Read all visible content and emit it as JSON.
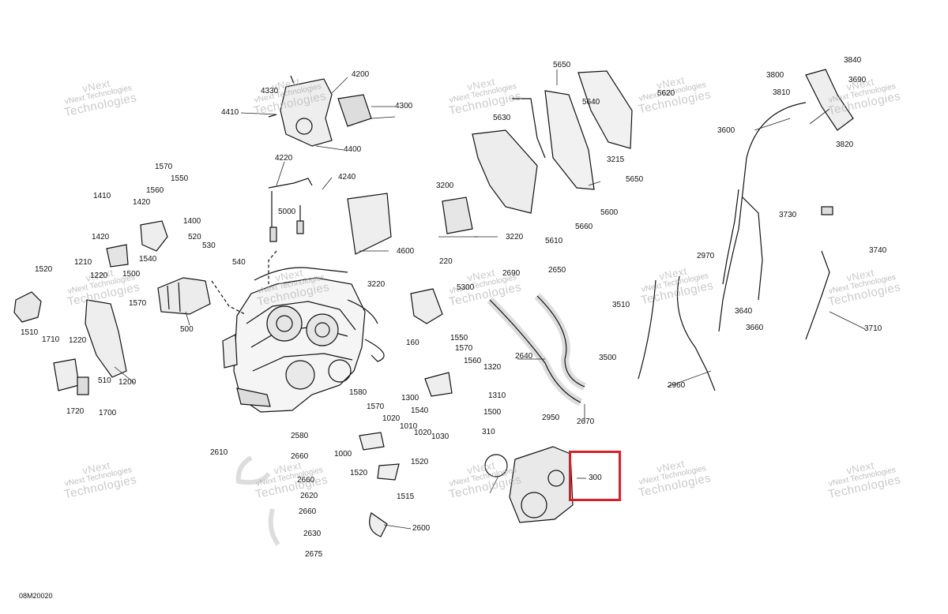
{
  "diagram": {
    "reference_code": "08M20020",
    "highlight_color": "#d6202a",
    "highlighted_part": "300",
    "watermark": {
      "line1": "vNext",
      "line2": "vNext Technologies",
      "line3": "Technologies"
    },
    "callouts": [
      "4200",
      "4330",
      "4300",
      "4410",
      "4400",
      "4220",
      "4240",
      "5000",
      "1570",
      "1550",
      "1410",
      "1560",
      "1420",
      "1400",
      "1420",
      "520",
      "530",
      "1540",
      "1500",
      "540",
      "1520",
      "1210",
      "1220",
      "1570",
      "500",
      "1510",
      "1220",
      "1710",
      "510",
      "1200",
      "1720",
      "1700",
      "5650",
      "5640",
      "5620",
      "5630",
      "3215",
      "5650",
      "5600",
      "5660",
      "5610",
      "3200",
      "3220",
      "4600",
      "220",
      "3220",
      "5300",
      "160",
      "1550",
      "1570",
      "1560",
      "1320",
      "1310",
      "1300",
      "1540",
      "1500",
      "1580",
      "1570",
      "1020",
      "1010",
      "1020",
      "1030",
      "1000",
      "1520",
      "1520",
      "1515",
      "2580",
      "2610",
      "2660",
      "2660",
      "2620",
      "2660",
      "2630",
      "2675",
      "2600",
      "2690",
      "2650",
      "2640",
      "2670",
      "2950",
      "310",
      "300",
      "3840",
      "3800",
      "3690",
      "3810",
      "3820",
      "3600",
      "3730",
      "3740",
      "2970",
      "3510",
      "3640",
      "3660",
      "3500",
      "2960",
      "3710"
    ]
  }
}
